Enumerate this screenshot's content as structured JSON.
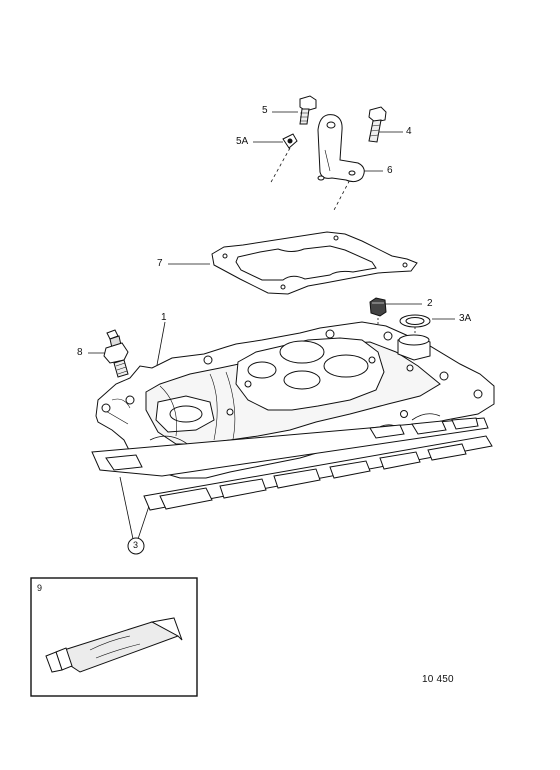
{
  "labels": {
    "l5": "5",
    "l5a": "5A",
    "l4": "4",
    "l6": "6",
    "l7": "7",
    "l2": "2",
    "l3a": "3A",
    "l1": "1",
    "l8": "8",
    "l3": "3",
    "l9": "9"
  },
  "reference_number": "10 450",
  "colors": {
    "line": "#111111",
    "shade": "#d9d9d9",
    "background": "#ffffff"
  }
}
